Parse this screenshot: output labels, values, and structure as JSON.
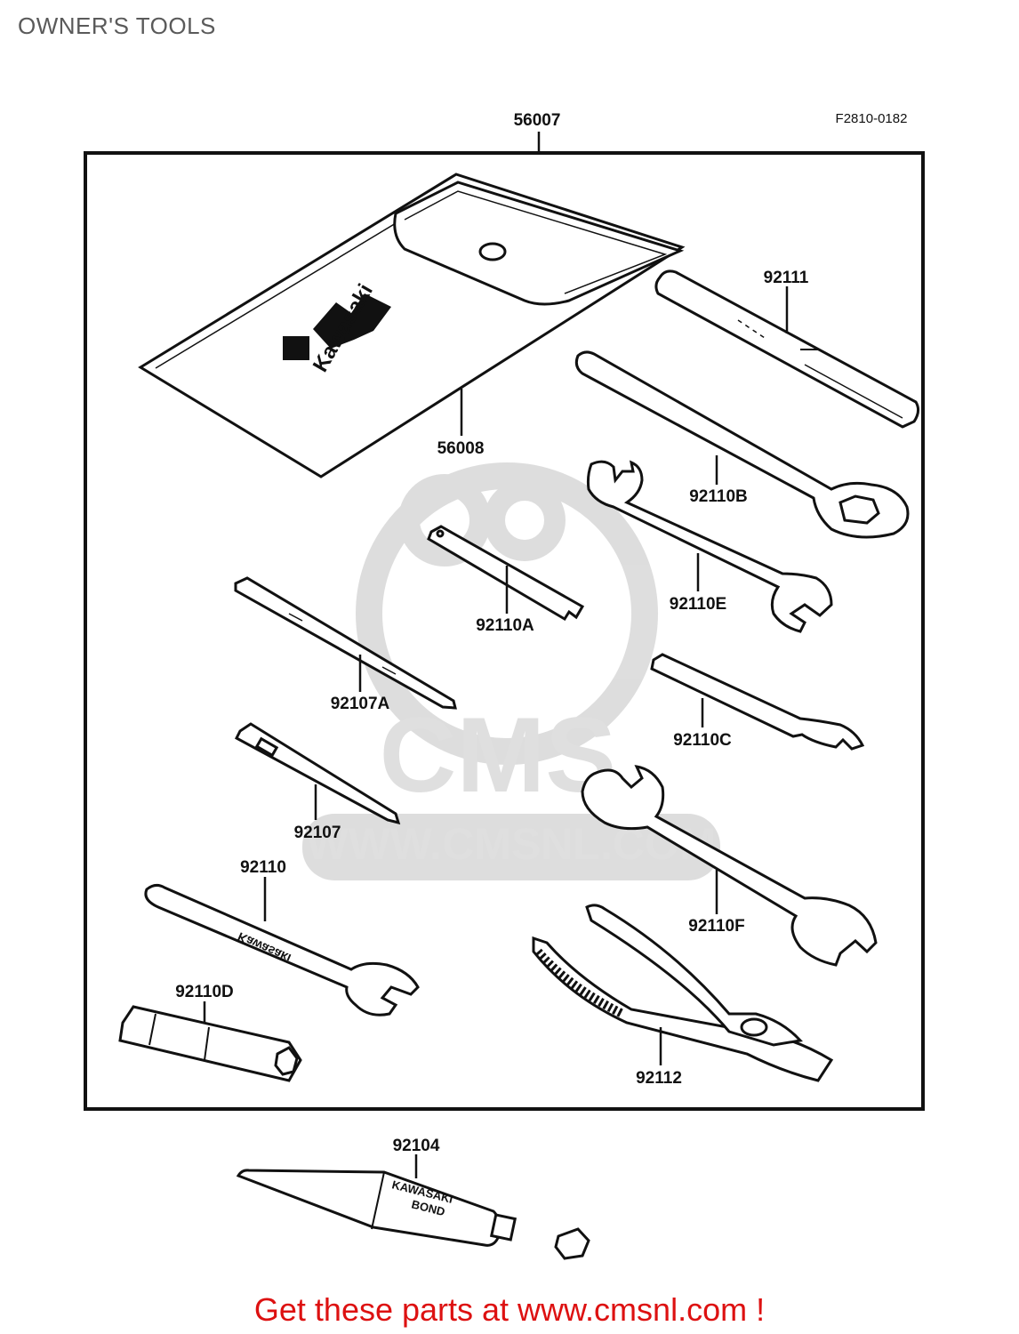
{
  "title": "OWNER'S TOOLS",
  "figure_code": "F2810-0182",
  "parts": {
    "p56007": "56007",
    "p56008": "56008",
    "p92111": "92111",
    "p92110B": "92110B",
    "p92110E": "92110E",
    "p92110A": "92110A",
    "p92107A": "92107A",
    "p92110C": "92110C",
    "p92107": "92107",
    "p92110F": "92110F",
    "p92110": "92110",
    "p92110D": "92110D",
    "p92112": "92112",
    "p92104": "92104"
  },
  "pouch_logo": "Kawasaki",
  "tube_label_1": "KAWASAKI",
  "tube_label_2": "BOND",
  "watermark": {
    "brand": "CMS",
    "url": "WWW.CMSNL.COM"
  },
  "footer": "Get these parts at www.cmsnl.com !"
}
